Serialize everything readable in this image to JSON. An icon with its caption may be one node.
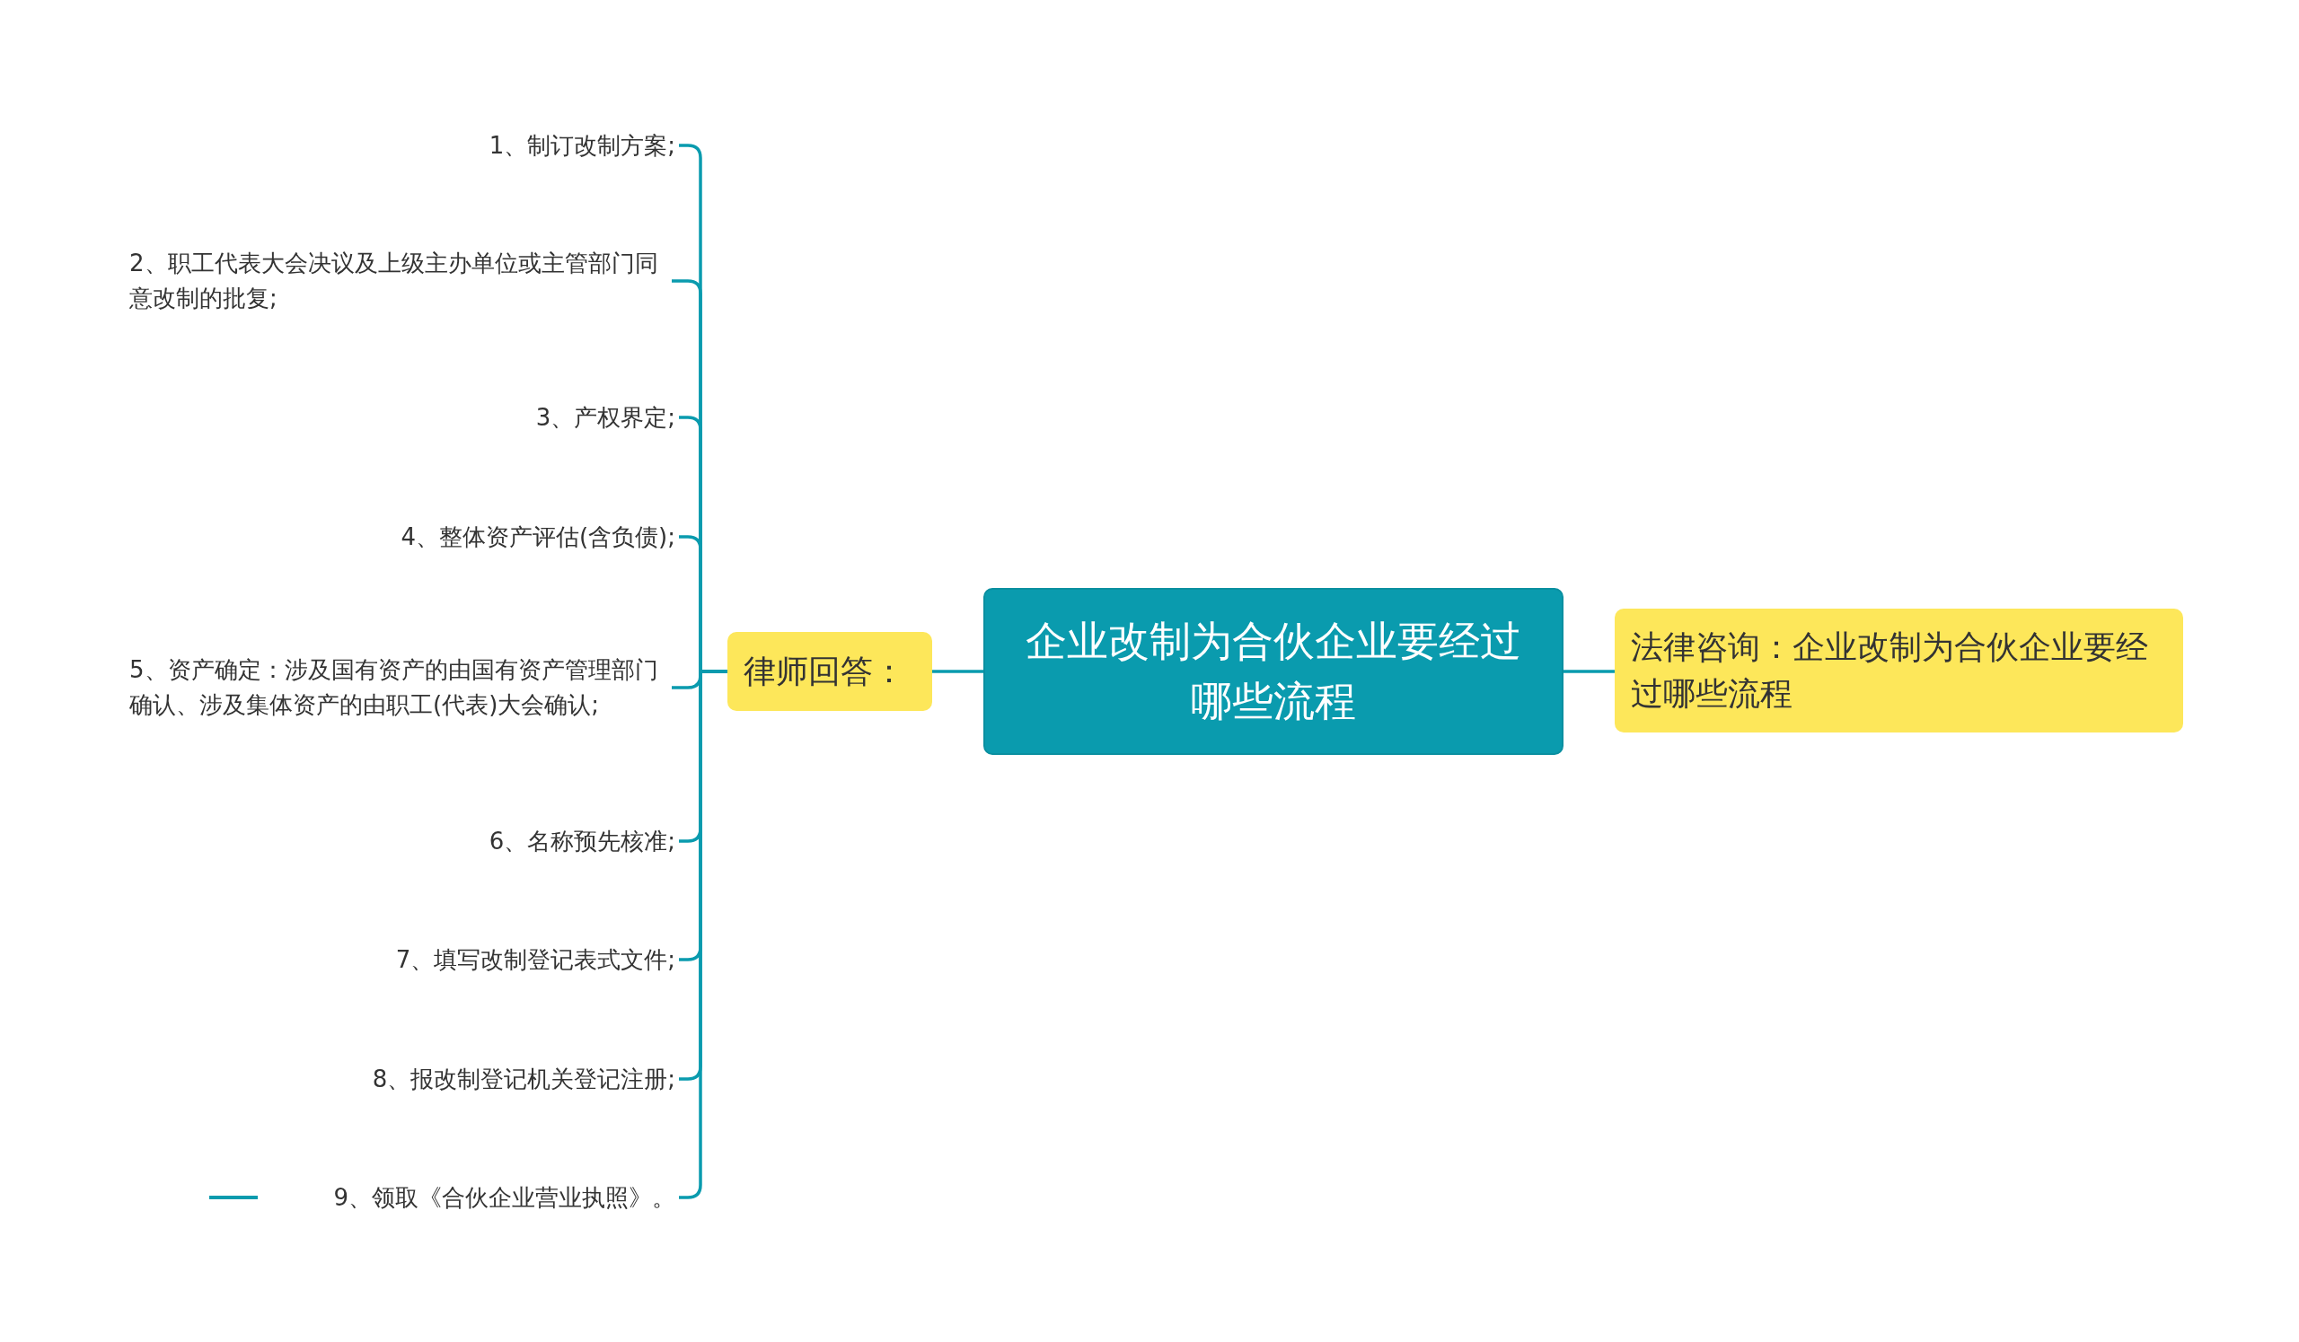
{
  "diagram": {
    "nodes": [
      {
        "text": [
          "企业改制为合伙企业要经过哪些流程"
        ]
      },
      {
        "text": [
          "律师回答："
        ]
      },
      {
        "text": [
          "法律咨询：企业改制为合伙企业要经过哪些流程"
        ]
      },
      {
        "text": [
          "1、制订改制方案;"
        ]
      },
      {
        "text": [
          "2、职工代表大会决议及上级主办单位或主管部门同意改制的批复;"
        ]
      },
      {
        "text": [
          "3、产权界定;"
        ]
      },
      {
        "text": [
          "4、整体资产评估(含负债);"
        ]
      },
      {
        "text": [
          "5、资产确定：涉及国有资产的由国有资产管理部门确认、涉及集体资产的由职工(代表)大会确认;"
        ]
      },
      {
        "text": [
          "6、名称预先核准;"
        ]
      },
      {
        "text": [
          "7、填写改制登记表式文件;"
        ]
      },
      {
        "text": [
          "8、报改制登记机关登记注册;"
        ]
      },
      {
        "text": [
          "9、领取《合伙企业营业执照》。"
        ]
      }
    ],
    "edges": [
      {
        "from": 0,
        "to": 1,
        "arrow": "none"
      },
      {
        "from": 0,
        "to": 2,
        "arrow": "none"
      },
      {
        "from": 1,
        "to": 3,
        "arrow": "none"
      },
      {
        "from": 1,
        "to": 4,
        "arrow": "none"
      },
      {
        "from": 1,
        "to": 5,
        "arrow": "none"
      },
      {
        "from": 1,
        "to": 6,
        "arrow": "none"
      },
      {
        "from": 1,
        "to": 7,
        "arrow": "none"
      },
      {
        "from": 1,
        "to": 8,
        "arrow": "none"
      },
      {
        "from": 1,
        "to": 9,
        "arrow": "none"
      },
      {
        "from": 1,
        "to": 10,
        "arrow": "none"
      },
      {
        "from": 1,
        "to": 11,
        "arrow": "none"
      }
    ]
  }
}
